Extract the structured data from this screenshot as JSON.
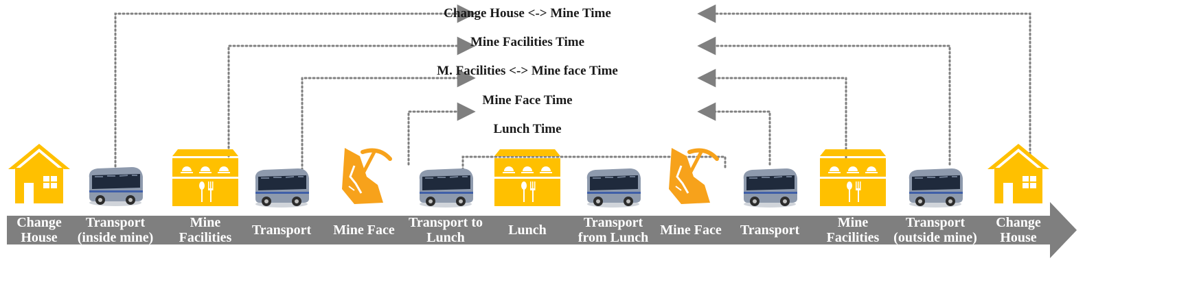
{
  "time_labels": {
    "change_house_mine": "Change House <-> Mine Time",
    "mine_facilities": "Mine Facilities Time",
    "facilities_face": "M. Facilities <-> Mine face Time",
    "mine_face": "Mine Face Time",
    "lunch": "Lunch Time"
  },
  "steps": [
    {
      "lines": [
        "Change",
        "House"
      ],
      "icon": "house-icon"
    },
    {
      "lines": [
        "Transport",
        "(inside mine)"
      ],
      "icon": "bus-icon"
    },
    {
      "lines": [
        "Mine",
        "Facilities"
      ],
      "icon": "facility-icon"
    },
    {
      "lines": [
        "Transport"
      ],
      "icon": "bus-icon"
    },
    {
      "lines": [
        "Mine Face"
      ],
      "icon": "mine-face-icon"
    },
    {
      "lines": [
        "Transport to",
        "Lunch"
      ],
      "icon": "bus-icon"
    },
    {
      "lines": [
        "Lunch"
      ],
      "icon": "facility-icon"
    },
    {
      "lines": [
        "Transport",
        "from Lunch"
      ],
      "icon": "bus-icon"
    },
    {
      "lines": [
        "Mine  Face"
      ],
      "icon": "mine-face-icon"
    },
    {
      "lines": [
        "Transport"
      ],
      "icon": "bus-icon"
    },
    {
      "lines": [
        "Mine",
        "Facilities"
      ],
      "icon": "facility-icon"
    },
    {
      "lines": [
        "Transport",
        "(outside mine)"
      ],
      "icon": "bus-icon"
    },
    {
      "lines": [
        "Change",
        "House"
      ],
      "icon": "house-icon"
    }
  ],
  "colors": {
    "arrow_band": "#7f7f7f",
    "accent_yellow": "#ffc000",
    "mine_orange": "#f7a21b",
    "bus_body": "#8e9aad",
    "connector": "#7f7f7f"
  }
}
